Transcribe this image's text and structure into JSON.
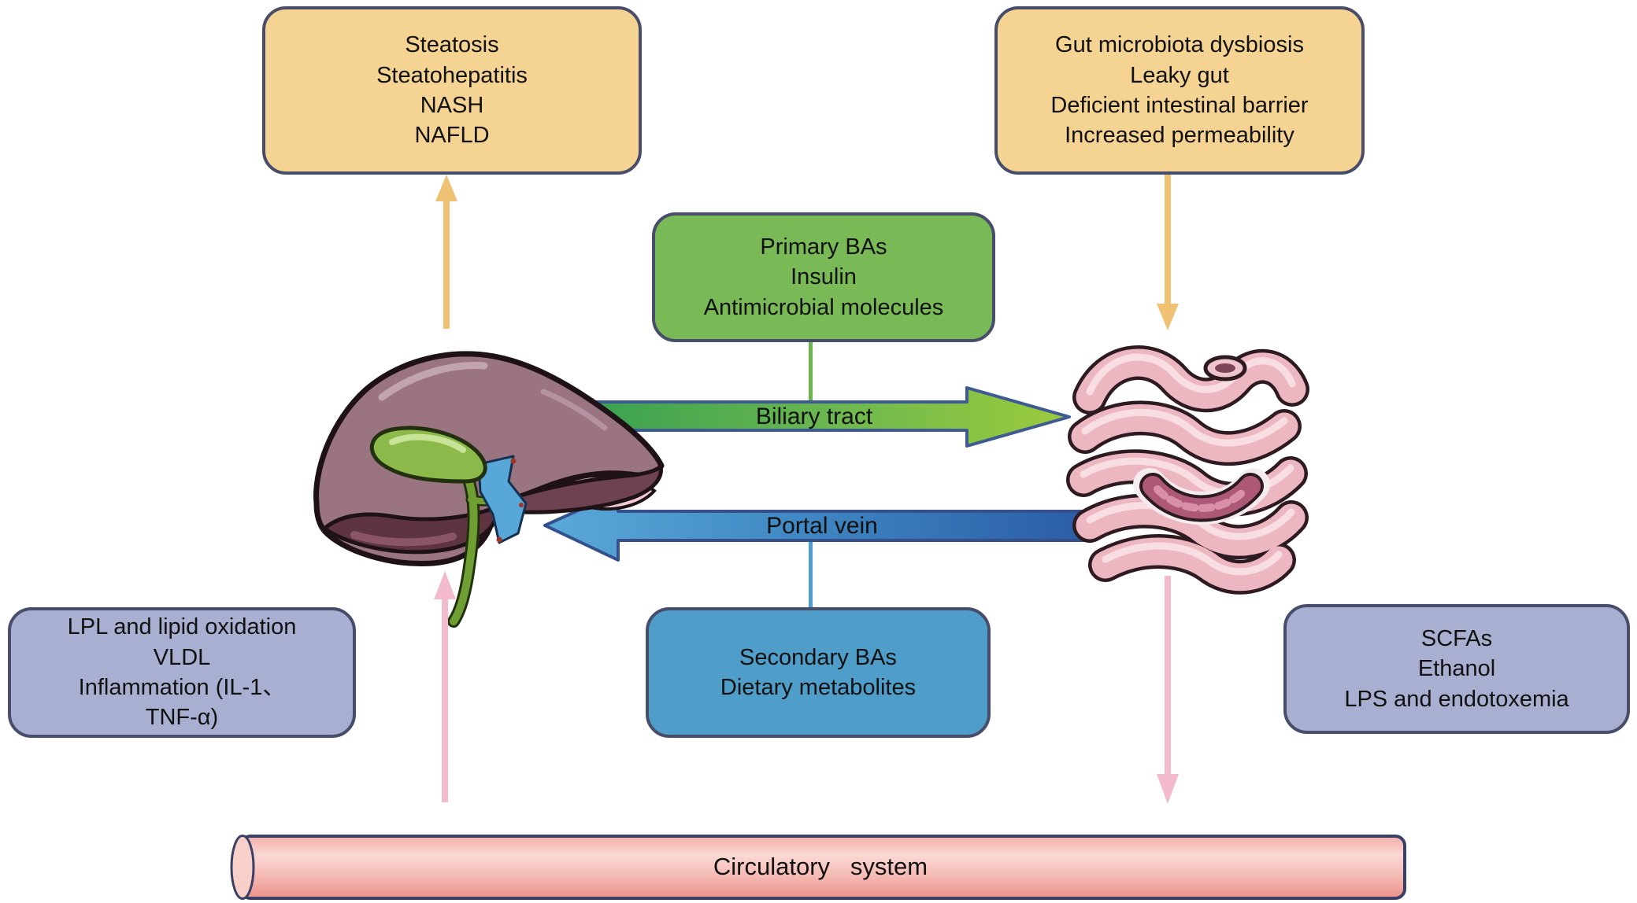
{
  "boxes": {
    "liver_outcomes": {
      "lines": [
        "Steatosis",
        "Steatohepatitis",
        "NASH",
        "NAFLD"
      ]
    },
    "gut_outcomes": {
      "lines": [
        "Gut microbiota dysbiosis",
        "Leaky gut",
        "Deficient intestinal barrier",
        "Increased permeability"
      ]
    },
    "liver_secretions": {
      "lines": [
        "Primary BAs",
        "Insulin",
        "Antimicrobial molecules"
      ]
    },
    "gut_metabolites": {
      "lines": [
        "Secondary BAs",
        "Dietary metabolites"
      ]
    },
    "liver_effects": {
      "lines": [
        "LPL and lipid oxidation",
        "VLDL",
        "Inflammation (IL-1、",
        "TNF-α)"
      ]
    },
    "gut_products": {
      "lines": [
        "SCFAs",
        "Ethanol",
        "LPS and endotoxemia"
      ]
    }
  },
  "arrows": {
    "biliary_tract_label": "Biliary tract",
    "portal_vein_label": "Portal vein"
  },
  "circulatory_system_label": "Circulatory   system",
  "organs": {
    "left": "liver",
    "right": "intestine"
  },
  "colors": {
    "box_tan": "#F5D392",
    "box_green": "#79BA57",
    "box_blue": "#4F9DC9",
    "box_lavender": "#A9AFD0",
    "box_border": "#474D6B",
    "biliary_arrow_start": "#2F9C50",
    "biliary_arrow_end": "#9DCB3C",
    "portal_arrow_start": "#5AA9D9",
    "portal_arrow_end": "#2A5CA5",
    "yellow_arrow": "#EFC173",
    "pink_arrow": "#F3BACB",
    "cylinder_pink": "#F5B9B3",
    "cylinder_border": "#3A3F66"
  }
}
